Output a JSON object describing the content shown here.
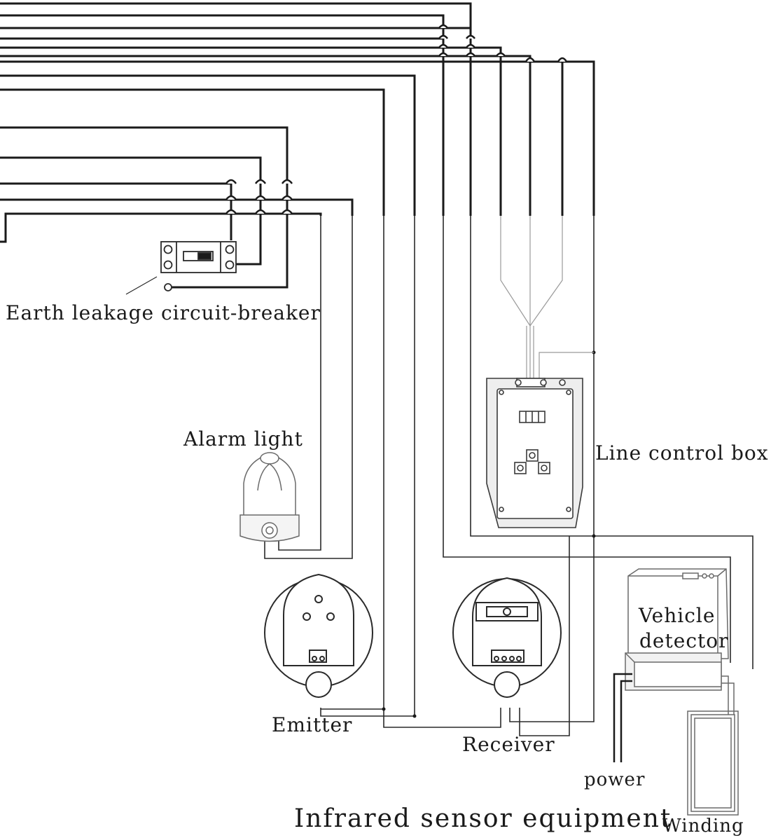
{
  "labels": {
    "breaker": "Earth leakage circuit-breaker",
    "alarm_light": "Alarm light",
    "line_control_box": "Line control box",
    "vehicle_detector_line1": "Vehicle",
    "vehicle_detector_line2": "detector",
    "emitter": "Emitter",
    "receiver": "Receiver",
    "power": "power",
    "infrared": "Infrared sensor equipment",
    "winding": "Winding"
  },
  "colors": {
    "wire": "#1a1a1a",
    "thin_wire": "#9a9a9a",
    "device_outline": "#3a3a3a",
    "device_shade": "#cfcfcf"
  }
}
